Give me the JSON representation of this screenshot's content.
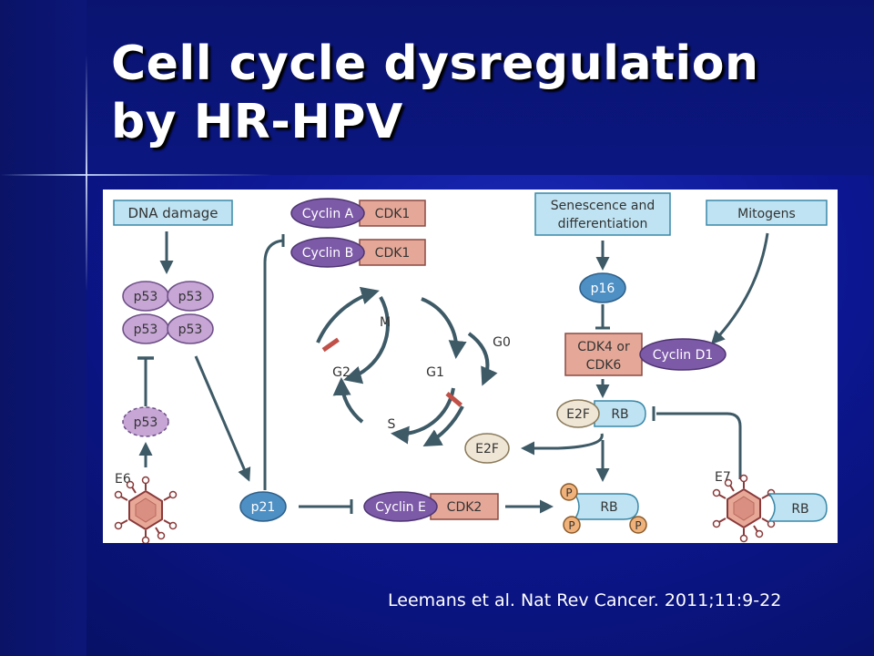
{
  "slide": {
    "title_line1": "Cell cycle dysregulation",
    "title_line2": "by HR-HPV",
    "citation": "Leemans et al. Nat Rev Cancer. 2011;11:9-22"
  },
  "diagram": {
    "dna_damage": "DNA damage",
    "p53": "p53",
    "p21": "p21",
    "e6": "E6",
    "e7": "E7",
    "cyclin_a": "Cyclin A",
    "cyclin_b": "Cyclin B",
    "cyclin_e": "Cyclin E",
    "cyclin_d1": "Cyclin D1",
    "cdk1": "CDK1",
    "cdk2": "CDK2",
    "cdk4_line1": "CDK4 or",
    "cdk4_line2": "CDK6",
    "senescence_line1": "Senescence and",
    "senescence_line2": "differentiation",
    "mitogens": "Mitogens",
    "p16": "p16",
    "e2f": "E2F",
    "rb": "RB",
    "phos": "P",
    "phase_m": "M",
    "phase_g0": "G0",
    "phase_g1": "G1",
    "phase_g2": "G2",
    "phase_s": "S"
  },
  "colors": {
    "box_fill": "#bfe3f2",
    "box_stroke": "#3a88a8",
    "p53_fill": "#c7a6d6",
    "cyclin_fill": "#7d5aa8",
    "cdk_fill": "#e5a898",
    "blue_node": "#4e8fc4",
    "e2f_fill": "#efe6d6",
    "phos_fill": "#f0b27a",
    "arrow": "#3d5a66"
  }
}
